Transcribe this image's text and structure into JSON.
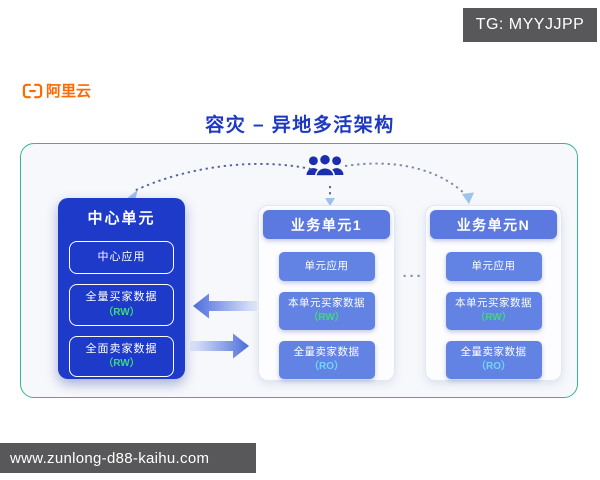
{
  "badge": {
    "text": "TG: MYYJJPP"
  },
  "header": {
    "logo_text": "阿里云",
    "title": "容灾 – 异地多活架构"
  },
  "diagram": {
    "center_unit": {
      "title": "中心单元",
      "items": [
        {
          "label": "中心应用",
          "tag": ""
        },
        {
          "label": "全量买家数据",
          "tag": "（RW）"
        },
        {
          "label": "全面卖家数据",
          "tag": "（RW）"
        }
      ]
    },
    "business_units": [
      {
        "title": "业务单元1",
        "items": [
          {
            "label": "单元应用",
            "tag": ""
          },
          {
            "label": "本单元买家数据",
            "tag": "（RW）"
          },
          {
            "label": "全量卖家数据",
            "tag": "（RO）"
          }
        ]
      },
      {
        "title": "业务单元N",
        "items": [
          {
            "label": "单元应用",
            "tag": ""
          },
          {
            "label": "本单元买家数据",
            "tag": "（RW）"
          },
          {
            "label": "全量卖家数据",
            "tag": "（RO）"
          }
        ]
      }
    ],
    "ellipsis": "···"
  },
  "footer": {
    "url": "www.zunlong-d88-kaihu.com"
  },
  "colors": {
    "accent_orange": "#FF6A00",
    "title_blue": "#1D39C2",
    "center_unit_blue": "#1D3AC9",
    "unit_blue": "#5B79DE",
    "frame_border_teal": "#3CB293",
    "tag_green": "#42D77D",
    "tag_cyan": "#6FD8F5",
    "overlay_gray": "#58585A",
    "users_icon_blue": "#1B2FAE"
  }
}
